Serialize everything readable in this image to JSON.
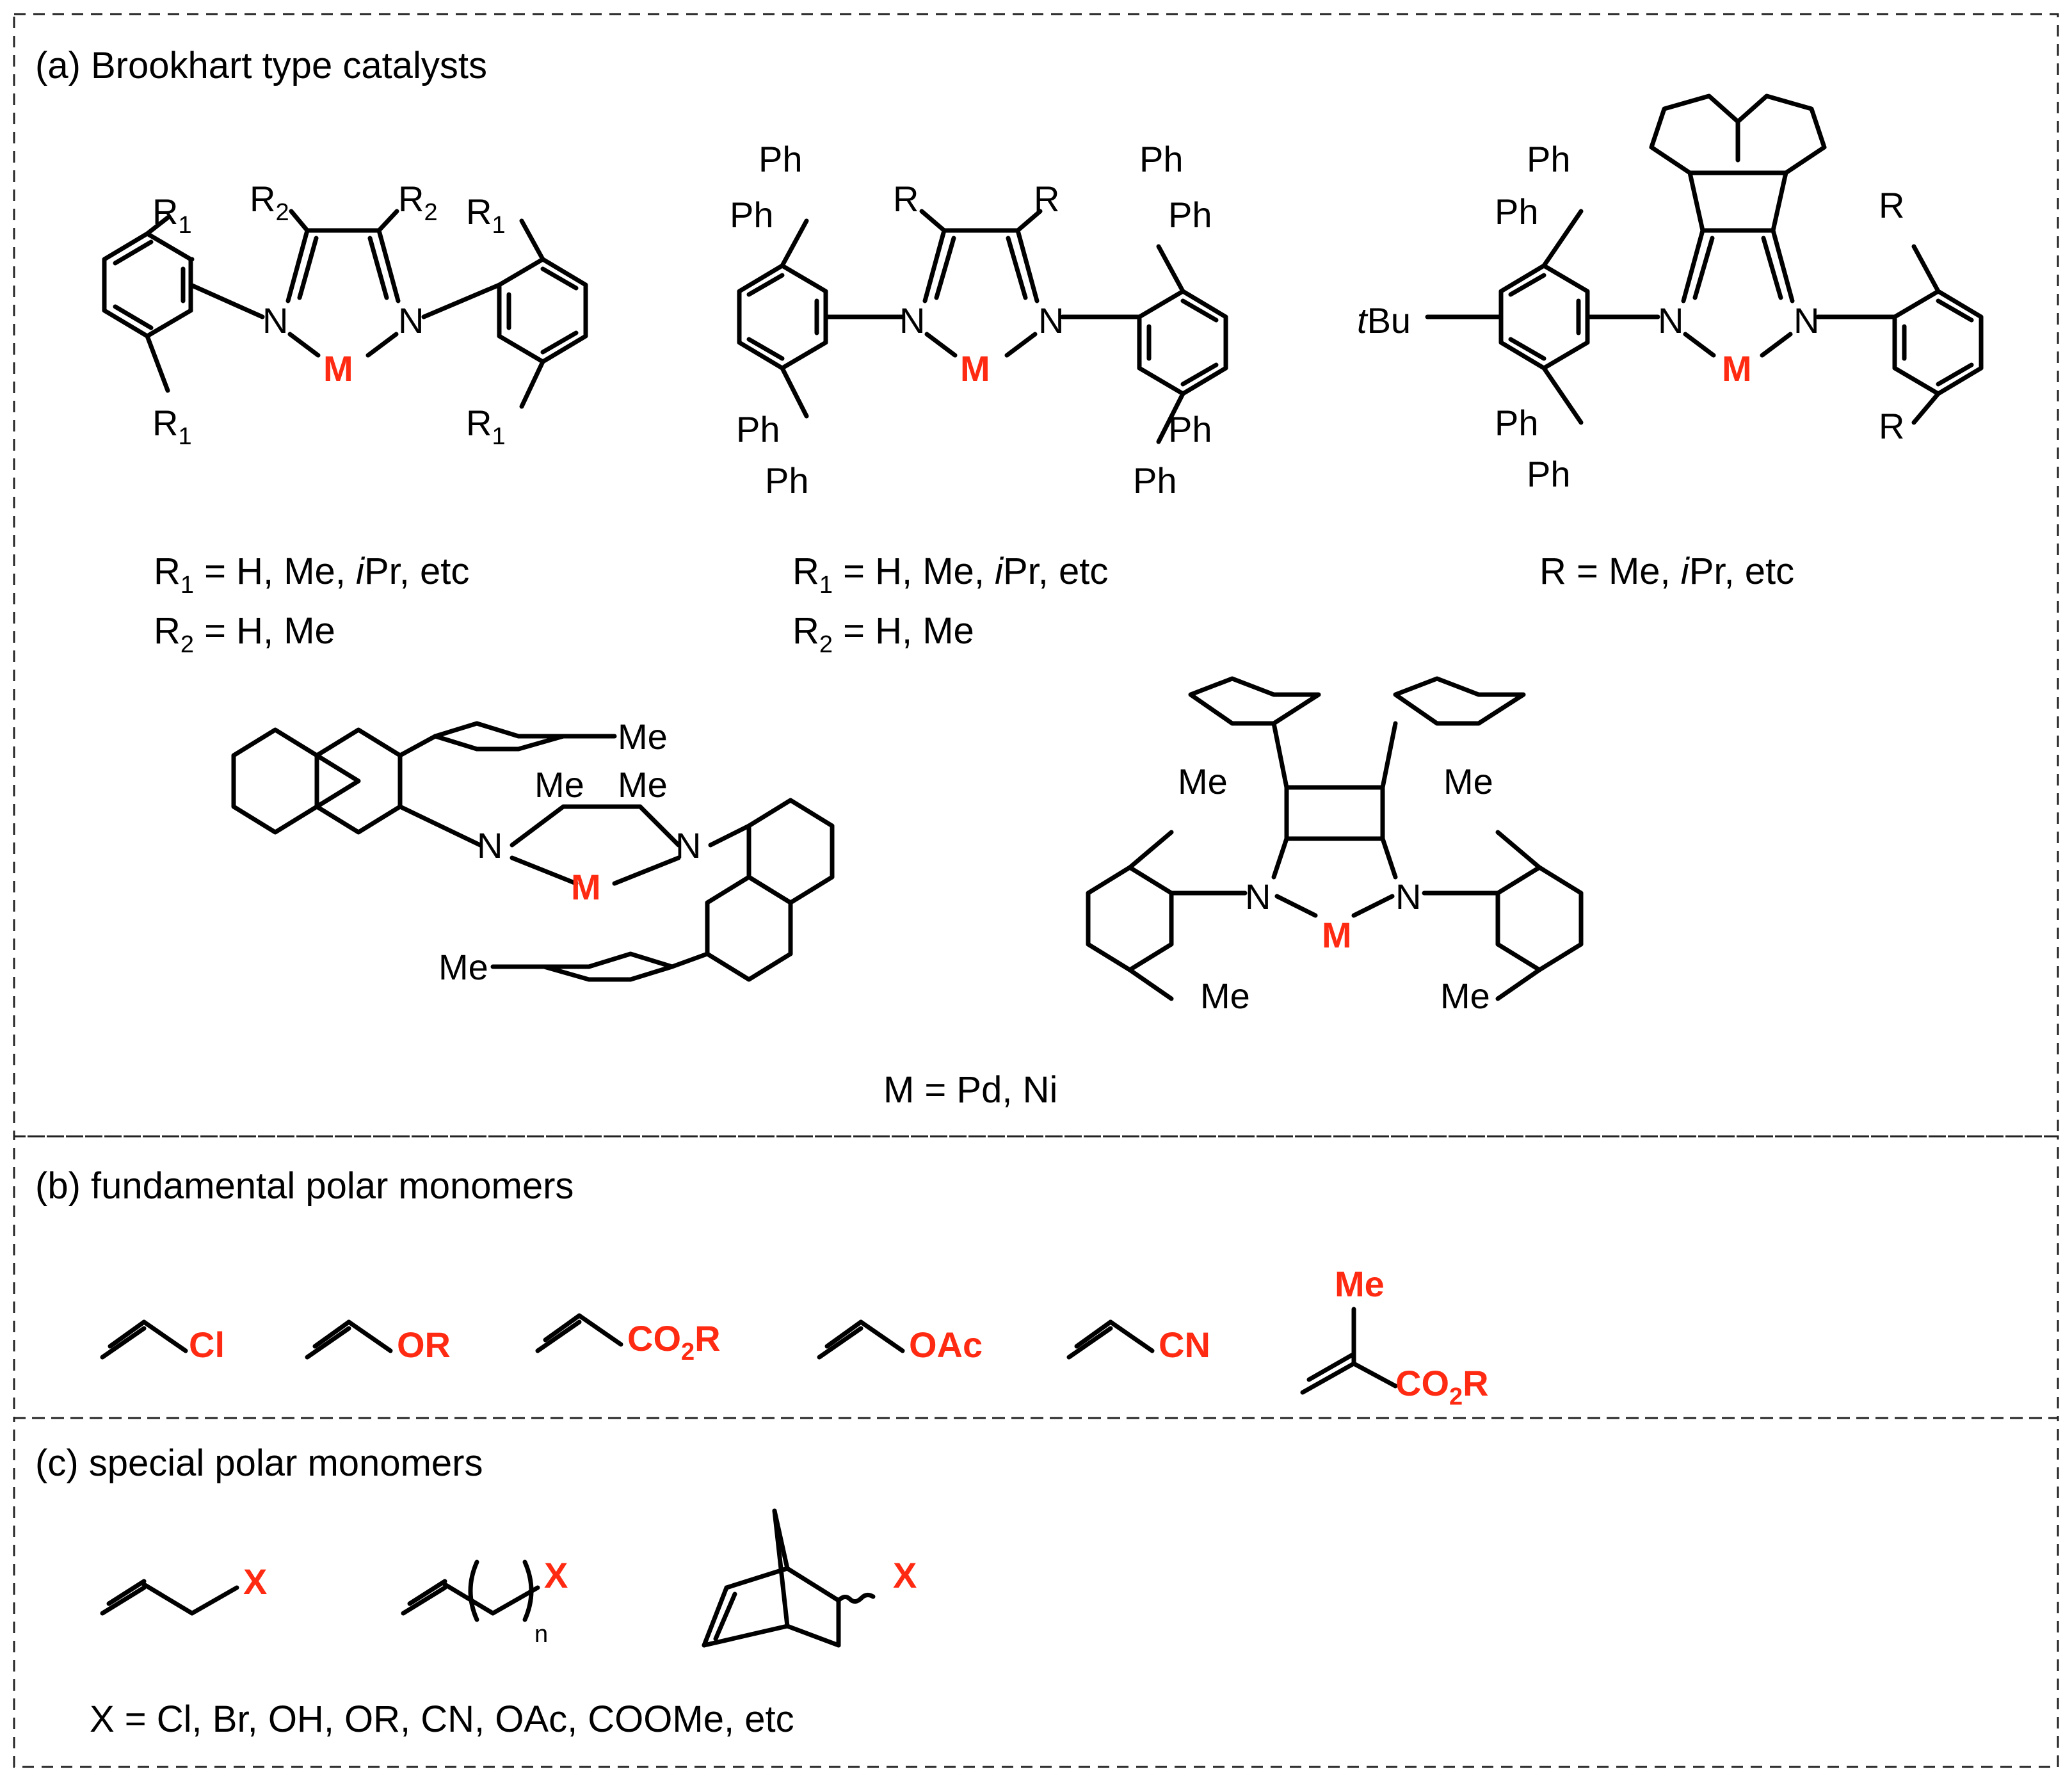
{
  "colors": {
    "highlight": "#ff2a12",
    "ink": "#000000"
  },
  "sections": {
    "a": {
      "title": "(a) Brookhart type catalysts"
    },
    "b": {
      "title": "(b) fundamental polar monomers"
    },
    "c": {
      "title": "(c) special polar monomers"
    }
  },
  "atoms": {
    "M": "M",
    "N": "N",
    "R": "R",
    "R1": "R",
    "R2": "R",
    "sub1": "1",
    "sub2": "2",
    "Ph": "Ph",
    "Me": "Me",
    "tBu_t": "t",
    "tBu_Bu": "Bu",
    "n": "n",
    "X": "X"
  },
  "captions": {
    "cat1": {
      "line1_R": "R",
      "line1_sub": "1",
      "line1_rest_a": " = H, Me, ",
      "line1_i": "i",
      "line1_rest_b": "Pr, etc",
      "line2_R": "R",
      "line2_sub": "2",
      "line2_rest": " = H, Me"
    },
    "cat2": {
      "line1_R": "R",
      "line1_sub": "1",
      "line1_rest_a": " = H, Me, ",
      "line1_i": "i",
      "line1_rest_b": "Pr, etc",
      "line2_R": "R",
      "line2_sub": "2",
      "line2_rest": " = H, Me"
    },
    "cat3": {
      "rest_a": "R = Me, ",
      "i": "i",
      "rest_b": "Pr, etc"
    },
    "metal": "M = Pd, Ni",
    "x_def": "X = Cl, Br, OH, OR, CN, OAc, COOMe, etc"
  },
  "monomers": {
    "fundamental": [
      "Cl",
      "OR",
      "CO",
      "2",
      "R",
      "OAc",
      "CN",
      "Me",
      "CO",
      "2",
      "R"
    ],
    "special": [
      "X",
      "X",
      "n",
      "X"
    ]
  }
}
